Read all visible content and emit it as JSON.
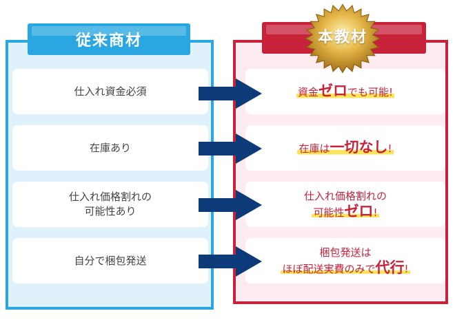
{
  "left": {
    "title": "従来商材",
    "items": [
      "仕入れ資金必須",
      "在庫あり",
      "仕入れ価格割れの\n可能性あり",
      "自分で梱包発送"
    ]
  },
  "right": {
    "title": "本教材",
    "items": [
      {
        "a": "資金",
        "b": "ゼロ",
        "c": "でも可能!"
      },
      {
        "a": "在庫は",
        "b": "一切なし",
        "c": "!"
      },
      {
        "line1": "仕入れ価格割れの",
        "a": "可能性",
        "b": "ゼロ",
        "c": "!"
      },
      {
        "line1": "梱包発送は",
        "a": "ほぼ配送実費のみで",
        "b": "代行",
        "c": "!"
      }
    ]
  },
  "colors": {
    "conventional_blue": "#2aa7e0",
    "this_material_red": "#c7223a",
    "arrow_navy": "#0d3a78",
    "badge_gold": "#d9a520",
    "highlight_yellow": "#fbe45a"
  },
  "icons": {
    "arrow": "right-arrow-icon",
    "badge": "gold-starburst-badge"
  }
}
